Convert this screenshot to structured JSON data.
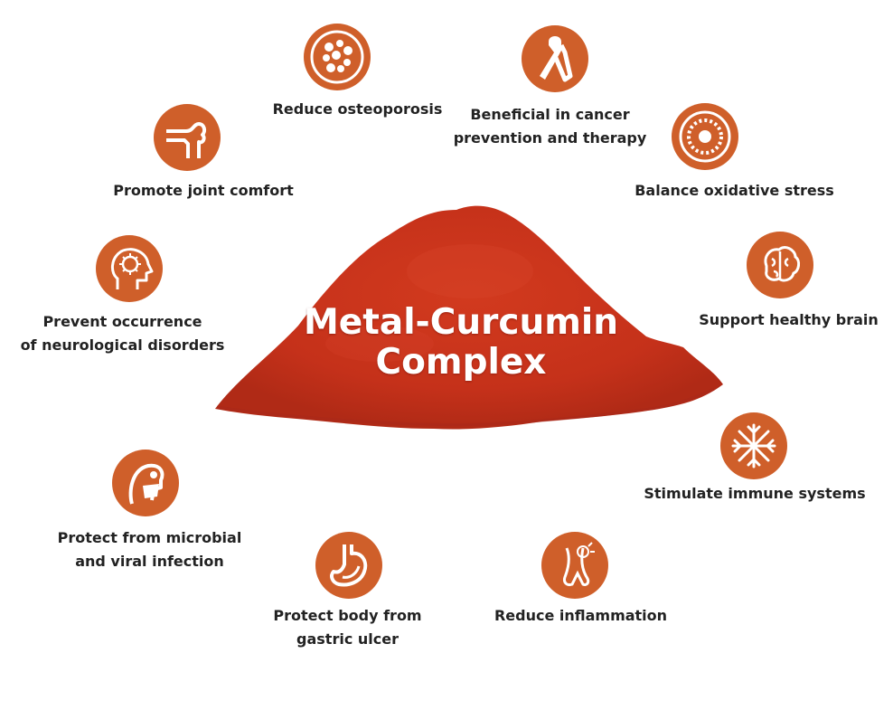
{
  "title": {
    "line1": "Metal-Curcumin",
    "line2": "Complex"
  },
  "colors": {
    "icon_fill": "#cf5f2a",
    "powder": "#c8341c",
    "text": "#222222"
  },
  "benefits": [
    {
      "icon": "bone-density-icon",
      "lines": [
        "Reduce osteoporosis"
      ]
    },
    {
      "icon": "cancer-ribbon-icon",
      "lines": [
        "Beneficial in cancer",
        "prevention and therapy"
      ]
    },
    {
      "icon": "cell-icon",
      "lines": [
        "Balance oxidative stress"
      ]
    },
    {
      "icon": "brain-icon",
      "lines": [
        "Support healthy brain"
      ]
    },
    {
      "icon": "immune-snowflake-icon",
      "lines": [
        "Stimulate immune systems"
      ]
    },
    {
      "icon": "inflammation-icon",
      "lines": [
        "Reduce inflammation"
      ]
    },
    {
      "icon": "stomach-icon",
      "lines": [
        "Protect body from",
        "gastric ulcer"
      ]
    },
    {
      "icon": "face-mask-icon",
      "lines": [
        "Protect from microbial",
        "and viral infection"
      ]
    },
    {
      "icon": "head-virus-icon",
      "lines": [
        "Prevent occurrence",
        "of neurological disorders"
      ]
    },
    {
      "icon": "knee-joint-icon",
      "lines": [
        "Promote joint comfort"
      ]
    }
  ]
}
